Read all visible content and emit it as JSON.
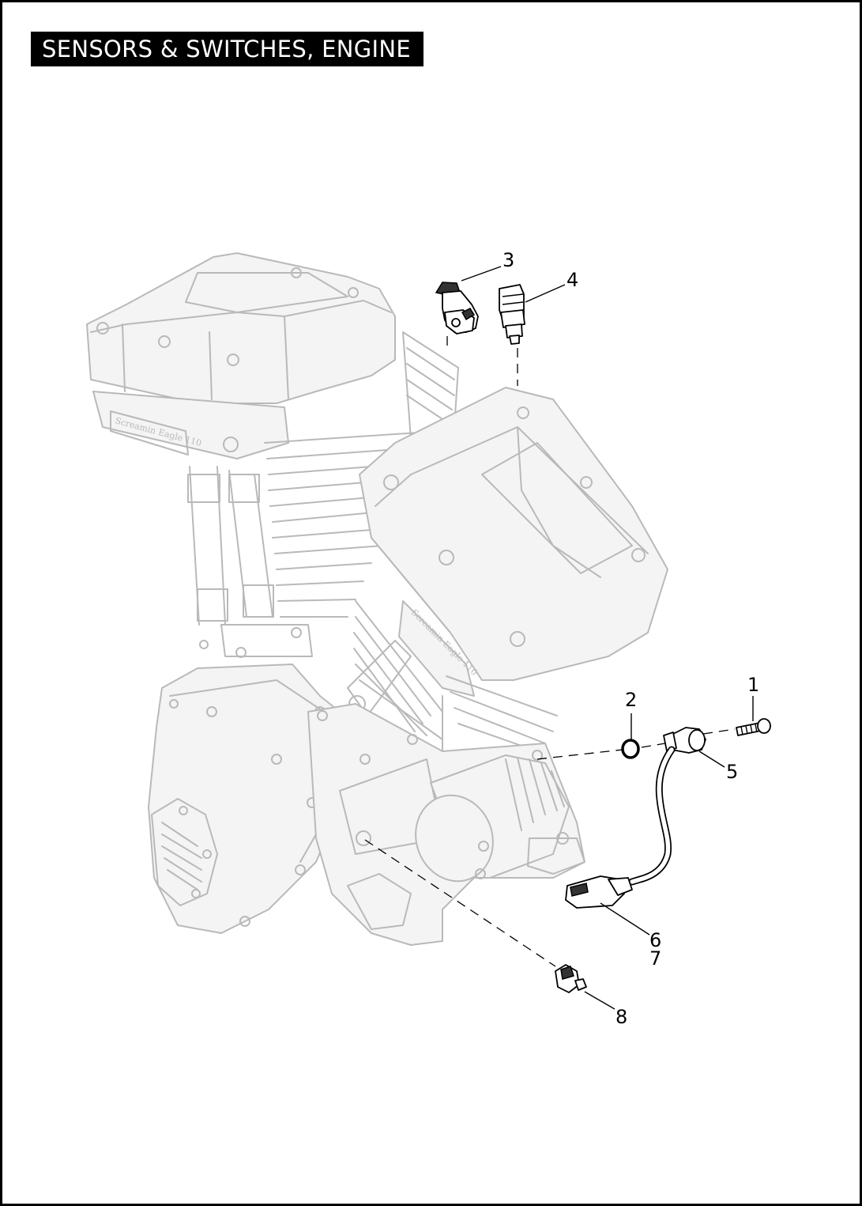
{
  "title": "SENSORS & SWITCHES, ENGINE",
  "engine_badges": [
    "Screamin Eagle 110",
    "Screamin Eagle 110"
  ],
  "callouts": {
    "c1": "1",
    "c2": "2",
    "c3": "3",
    "c4": "4",
    "c5": "5",
    "c6": "6",
    "c7": "7",
    "c8": "8"
  },
  "colors": {
    "title_bg": "#000000",
    "title_text": "#ffffff",
    "engine_ghost": "#b9b9b9",
    "part_line": "#000000"
  }
}
